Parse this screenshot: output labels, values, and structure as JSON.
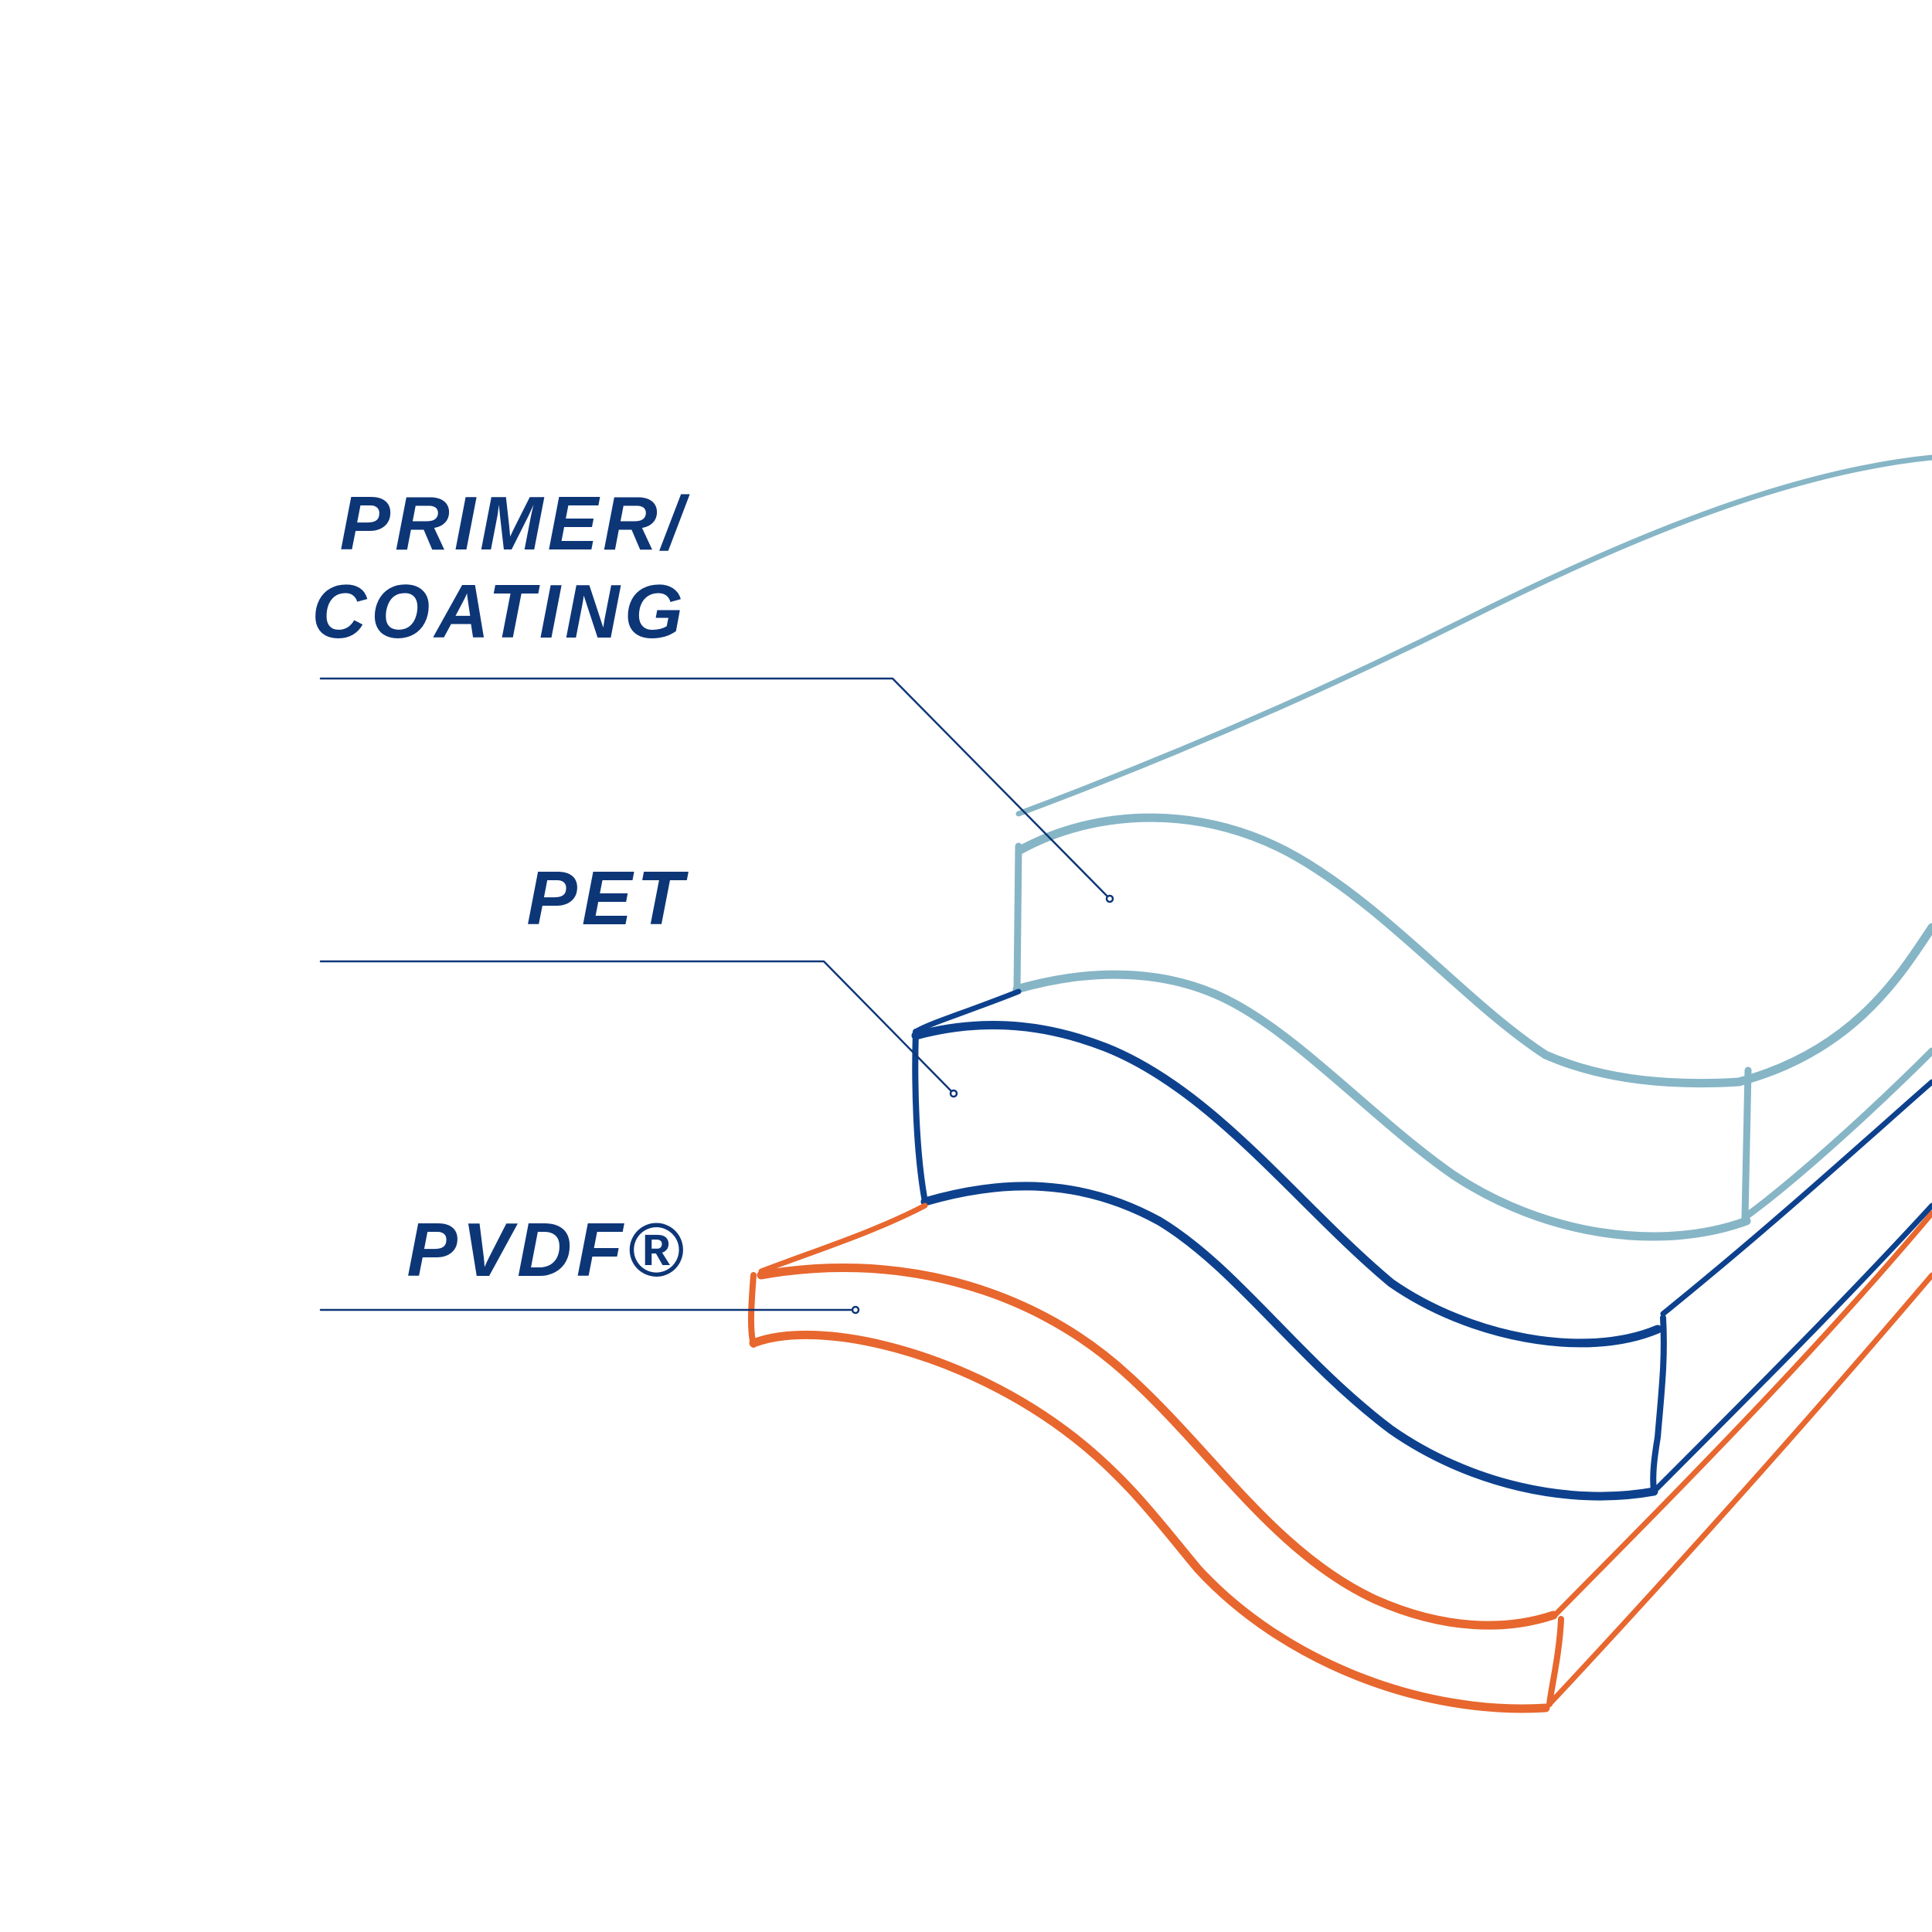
{
  "colors": {
    "primer_coating": "#86b5c6",
    "pet": "#0d418d",
    "pvdf": "#e7672e",
    "label_text": "#0d3677",
    "leader_line": "#0d3677"
  },
  "layers": [
    {
      "id": "primer_coating",
      "label_lines": [
        "PRIMER/",
        "COATING"
      ]
    },
    {
      "id": "pet",
      "label_lines": [
        "PET"
      ]
    },
    {
      "id": "pvdf",
      "label_lines": [
        "PVDF®"
      ]
    }
  ]
}
